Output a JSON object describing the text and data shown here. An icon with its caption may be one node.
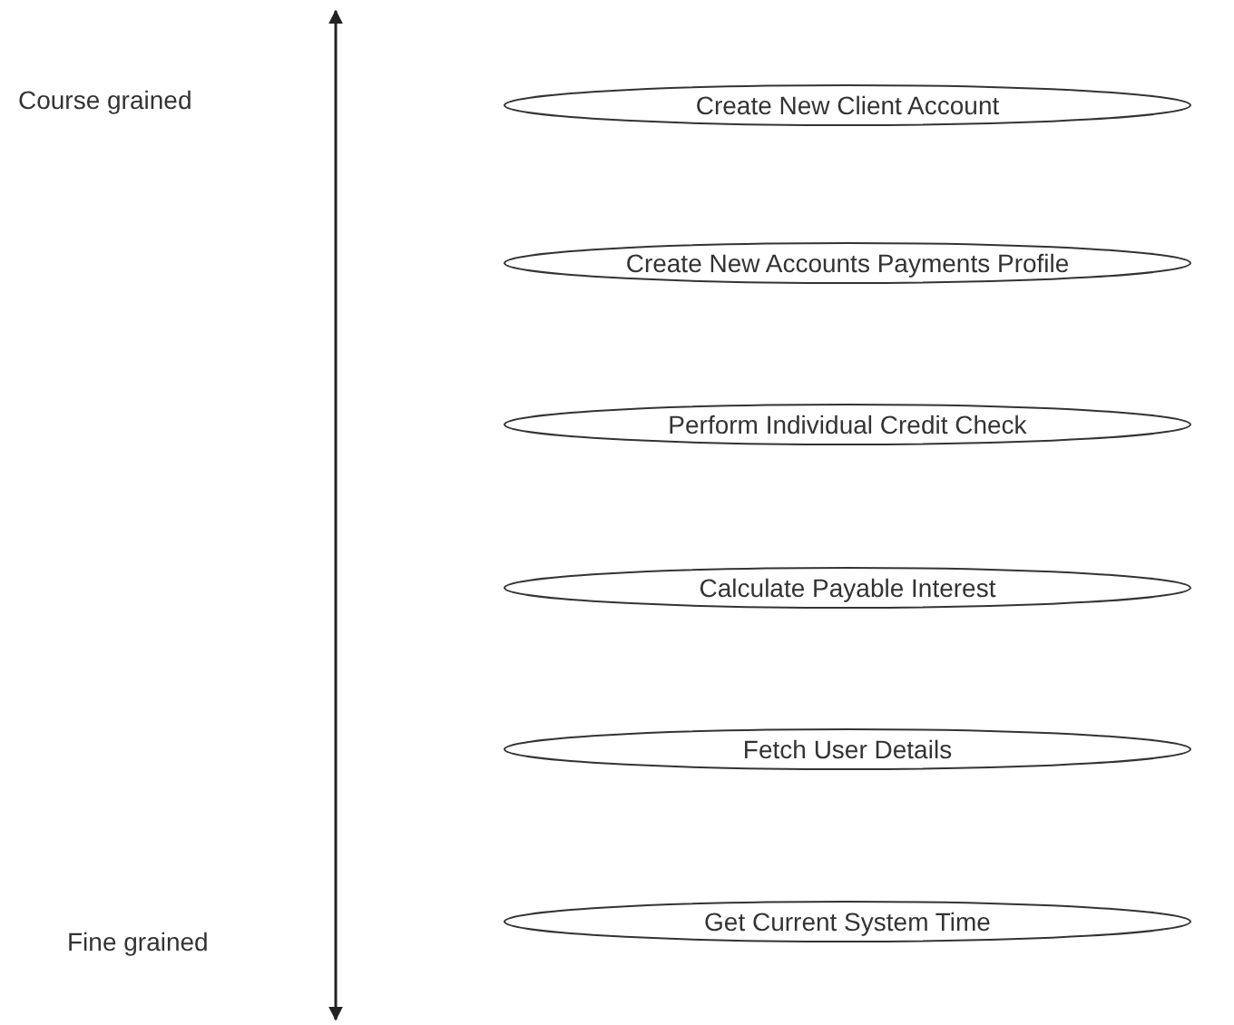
{
  "diagram": {
    "nodes": [
      {
        "text": [
          "Create New Client Account"
        ]
      },
      {
        "text": [
          "Create New Accounts Payments Profile"
        ]
      },
      {
        "text": [
          "Perform Individual Credit Check"
        ]
      },
      {
        "text": [
          "Calculate Payable Interest"
        ]
      },
      {
        "text": [
          "Fetch User Details"
        ]
      },
      {
        "text": [
          "Get Current System Time"
        ]
      }
    ],
    "labels": [
      "Course grained",
      "Fine grained"
    ]
  }
}
